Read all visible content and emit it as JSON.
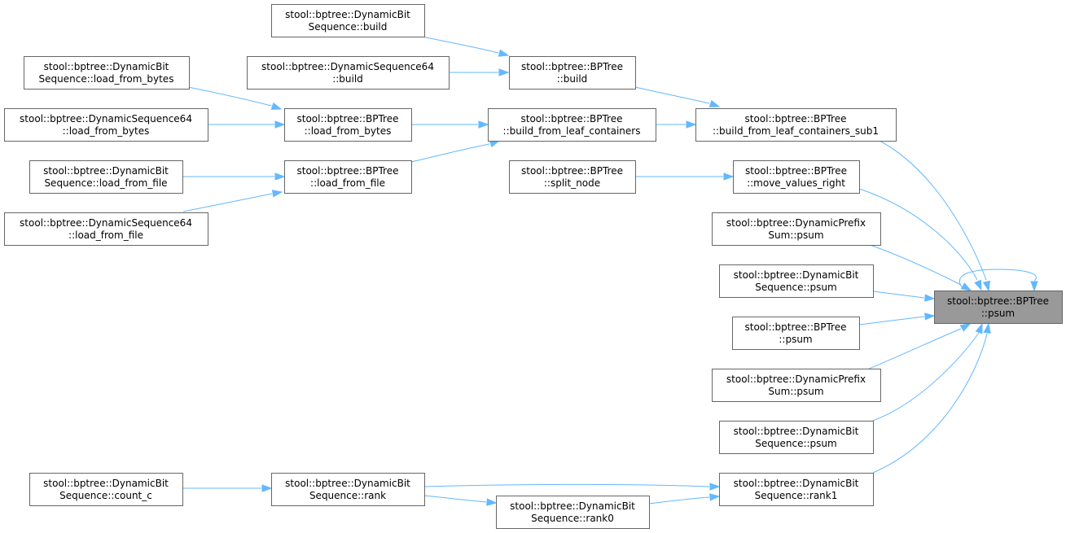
{
  "colors": {
    "edge": "#63b8ff",
    "node_border": "#666666",
    "root_fill": "#999999",
    "node_fill": "#ffffff"
  },
  "nodes": {
    "root": {
      "line1": "stool::bptree::BPTree",
      "line2": "::psum"
    },
    "bfl_sub1": {
      "line1": "stool::bptree::BPTree",
      "line2": "::build_from_leaf_containers_sub1"
    },
    "move_right": {
      "line1": "stool::bptree::BPTree",
      "line2": "::move_values_right"
    },
    "dps_psum_a": {
      "line1": "stool::bptree::DynamicPrefix",
      "line2": "Sum::psum"
    },
    "dbs_psum_a": {
      "line1": "stool::bptree::DynamicBit",
      "line2": "Sequence::psum"
    },
    "bpt_psum": {
      "line1": "stool::bptree::BPTree",
      "line2": "::psum"
    },
    "dps_psum_b": {
      "line1": "stool::bptree::DynamicPrefix",
      "line2": "Sum::psum"
    },
    "dbs_psum_b": {
      "line1": "stool::bptree::DynamicBit",
      "line2": "Sequence::psum"
    },
    "rank1": {
      "line1": "stool::bptree::DynamicBit",
      "line2": "Sequence::rank1"
    },
    "dbs_build": {
      "line1": "stool::bptree::DynamicBit",
      "line2": "Sequence::build"
    },
    "ds64_build": {
      "line1": "stool::bptree::DynamicSequence64",
      "line2": "::build"
    },
    "bpt_build": {
      "line1": "stool::bptree::BPTree",
      "line2": "::build"
    },
    "bfl": {
      "line1": "stool::bptree::BPTree",
      "line2": "::build_from_leaf_containers"
    },
    "split_node": {
      "line1": "stool::bptree::BPTree",
      "line2": "::split_node"
    },
    "dbs_lfb": {
      "line1": "stool::bptree::DynamicBit",
      "line2": "Sequence::load_from_bytes"
    },
    "ds64_lfb": {
      "line1": "stool::bptree::DynamicSequence64",
      "line2": "::load_from_bytes"
    },
    "bpt_lfb": {
      "line1": "stool::bptree::BPTree",
      "line2": "::load_from_bytes"
    },
    "dbs_lff": {
      "line1": "stool::bptree::DynamicBit",
      "line2": "Sequence::load_from_file"
    },
    "ds64_lff": {
      "line1": "stool::bptree::DynamicSequence64",
      "line2": "::load_from_file"
    },
    "bpt_lff": {
      "line1": "stool::bptree::BPTree",
      "line2": "::load_from_file"
    },
    "count_c": {
      "line1": "stool::bptree::DynamicBit",
      "line2": "Sequence::count_c"
    },
    "rank": {
      "line1": "stool::bptree::DynamicBit",
      "line2": "Sequence::rank"
    },
    "rank0": {
      "line1": "stool::bptree::DynamicBit",
      "line2": "Sequence::rank0"
    }
  },
  "edges": [
    {
      "from": "dbs_build",
      "to": "bpt_build"
    },
    {
      "from": "ds64_build",
      "to": "bpt_build"
    },
    {
      "from": "bpt_build",
      "to": "bfl_sub1"
    },
    {
      "from": "dbs_lfb",
      "to": "bpt_lfb"
    },
    {
      "from": "ds64_lfb",
      "to": "bpt_lfb"
    },
    {
      "from": "bpt_lfb",
      "to": "bfl"
    },
    {
      "from": "bfl",
      "to": "bfl_sub1"
    },
    {
      "from": "dbs_lff",
      "to": "bpt_lff"
    },
    {
      "from": "ds64_lff",
      "to": "bpt_lff"
    },
    {
      "from": "bpt_lff",
      "to": "bfl"
    },
    {
      "from": "split_node",
      "to": "move_right"
    },
    {
      "from": "bfl_sub1",
      "to": "root"
    },
    {
      "from": "move_right",
      "to": "root"
    },
    {
      "from": "dps_psum_a",
      "to": "root"
    },
    {
      "from": "dbs_psum_a",
      "to": "root"
    },
    {
      "from": "bpt_psum",
      "to": "root"
    },
    {
      "from": "dps_psum_b",
      "to": "root"
    },
    {
      "from": "dbs_psum_b",
      "to": "root"
    },
    {
      "from": "rank1",
      "to": "root"
    },
    {
      "from": "root",
      "to": "root"
    },
    {
      "from": "count_c",
      "to": "rank"
    },
    {
      "from": "rank",
      "to": "rank1"
    },
    {
      "from": "rank",
      "to": "rank0"
    },
    {
      "from": "rank0",
      "to": "rank1"
    }
  ]
}
